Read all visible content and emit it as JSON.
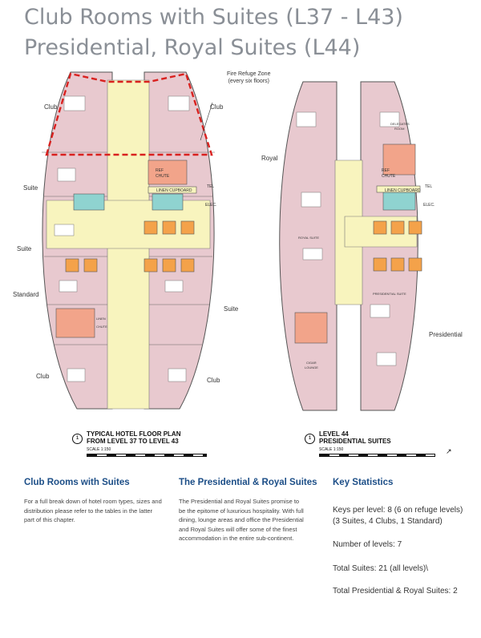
{
  "titles": {
    "line1": "Club Rooms with Suites (L37 - L43)",
    "line2": "Presidential, Royal Suites (L44)"
  },
  "left_plan": {
    "labels": {
      "club_tl": "Club",
      "club_tr": "Club",
      "suite1": "Suite",
      "suite2": "Suite",
      "standard": "Standard",
      "suite_r": "Suite",
      "club_bl": "Club",
      "club_br": "Club"
    },
    "fire_refuge_line1": "Fire Refuge Zone",
    "fire_refuge_line2": "(every six floors)",
    "room_labels": {
      "ref": "REF",
      "chute": "CHUTE",
      "tel": "TEL",
      "linen": "LINEN CUPBOARD",
      "elec": "ELEC.",
      "linen2": "LINEN",
      "chute2": "CHUTE"
    },
    "caption_line1": "TYPICAL HOTEL FLOOR PLAN",
    "caption_line2": "FROM LEVEL 37 TO LEVEL 43",
    "scale": "SCALE   1:150",
    "number": "1"
  },
  "right_plan": {
    "labels": {
      "royal": "Royal",
      "presidential": "Presidential"
    },
    "room_labels": {
      "delegates": "DELEGATES",
      "room": "ROOM",
      "ref": "REF",
      "chute": "CHUTE",
      "tel": "TEL",
      "linen": "LINEN CUPBOARD",
      "elec": "ELEC.",
      "royal_suite": "ROYAL SUITE",
      "presidential_suite": "PRESIDENTIAL SUITE",
      "cigar": "CIGAR",
      "lounge": "LOUNGE"
    },
    "caption_line1": "LEVEL 44",
    "caption_line2": "PRESIDENTIAL SUITES",
    "scale": "SCALE   1:150",
    "number": "1"
  },
  "col1": {
    "heading": "Club Rooms with Suites",
    "text": "For a full break down of hotel room types, sizes and distribution please refer to the tables in the latter part of this chapter."
  },
  "col2": {
    "heading": "The Presidential & Royal Suites",
    "text": "The Presidential and Royal Suites promise to be the epitome of luxurious hospitality. With full dining, lounge areas and office the Presidential and Royal Suites will offer some of the finest accommodation in the entire sub-continent."
  },
  "col3": {
    "heading": "Key Statistics",
    "keys_line1": "Keys per level: 8 (6 on refuge levels)",
    "keys_line2": "(3 Suites, 4 Clubs, 1 Standard)",
    "levels": "Number of levels: 7",
    "total_suites": "Total Suites: 21 (all levels)\\",
    "total_pres": "Total Presidential & Royal Suites: 2"
  },
  "colors": {
    "heading_blue": "#1c4e87",
    "title_grey": "#8a8f96",
    "room_pink": "#e8c9cf",
    "corridor_yellow": "#f8f4be",
    "core_orange": "#f4a24a",
    "stair_salmon": "#f2a48a",
    "lift_teal": "#8fd3d0",
    "refuge_red": "#d9211f"
  }
}
